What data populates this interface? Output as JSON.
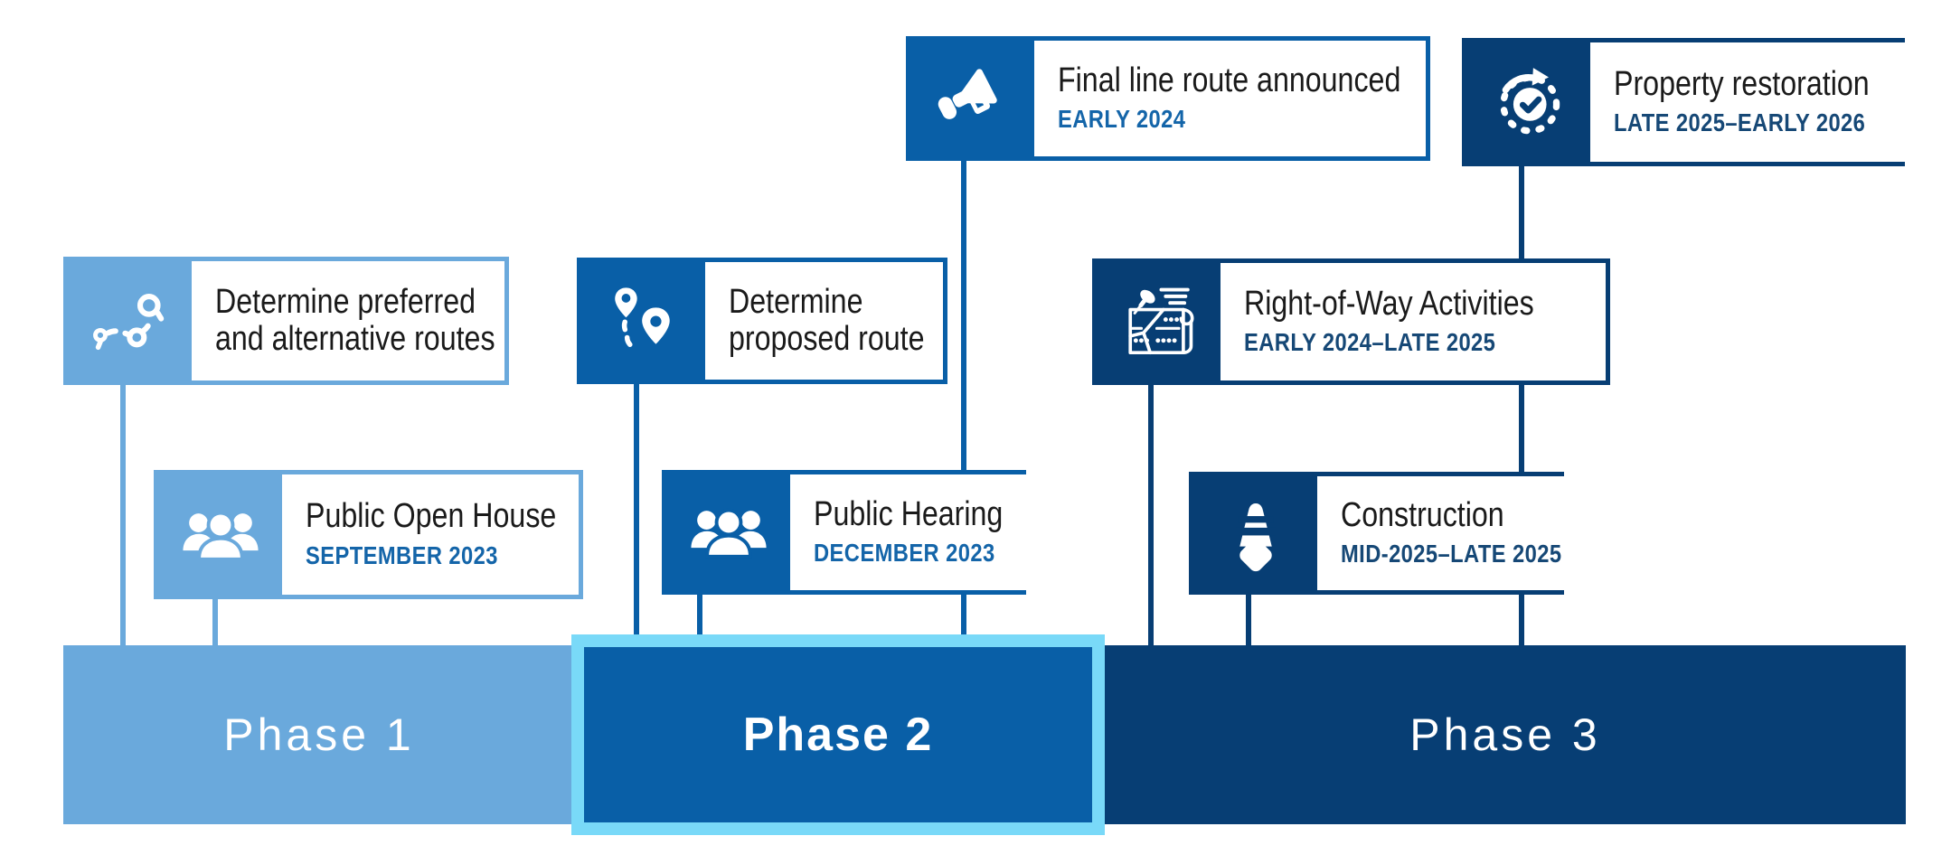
{
  "colors": {
    "light_blue": "#6AA9DC",
    "medium_blue": "#095FA7",
    "navy": "#073E74",
    "highlight_cyan": "#79D9F8",
    "title_text": "#1A1A1A",
    "date_text_medium": "#1465A9",
    "date_text_navy": "#164876",
    "background": "#FFFFFF"
  },
  "cards": [
    {
      "id": "final-route",
      "title": "Final line route announced",
      "date": "EARLY 2024",
      "icon": "megaphone-icon",
      "tone": "medium",
      "phase": "Phase 2"
    },
    {
      "id": "property-restoration",
      "title": "Property restoration",
      "date": "LATE 2025–EARLY 2026",
      "icon": "progress-check-icon",
      "tone": "navy",
      "phase": "Phase 3"
    },
    {
      "id": "preferred-routes",
      "title": "Determine preferred and alternative routes",
      "icon": "route-options-icon",
      "tone": "light",
      "phase": "Phase 1"
    },
    {
      "id": "proposed-route",
      "title": "Determine proposed route",
      "icon": "map-pins-route-icon",
      "tone": "medium",
      "phase": "Phase 2"
    },
    {
      "id": "right-of-way",
      "title": "Right-of-Way Activities",
      "date": "EARLY 2024–LATE 2025",
      "icon": "survey-map-icon",
      "tone": "navy",
      "phase": "Phase 3"
    },
    {
      "id": "open-house",
      "title": "Public Open House",
      "date": "SEPTEMBER 2023",
      "icon": "people-group-icon",
      "tone": "light",
      "phase": "Phase 1"
    },
    {
      "id": "public-hearing",
      "title": "Public Hearing",
      "date": "DECEMBER 2023",
      "icon": "people-group-icon",
      "tone": "medium",
      "phase": "Phase 2"
    },
    {
      "id": "construction",
      "title": "Construction",
      "date": "MID-2025–LATE 2025",
      "icon": "traffic-cone-icon",
      "tone": "navy",
      "phase": "Phase 3"
    }
  ],
  "phases": [
    {
      "label": "Phase 1",
      "tone": "light",
      "highlighted": false
    },
    {
      "label": "Phase 2",
      "tone": "medium",
      "highlighted": true
    },
    {
      "label": "Phase 3",
      "tone": "navy",
      "highlighted": false
    }
  ]
}
